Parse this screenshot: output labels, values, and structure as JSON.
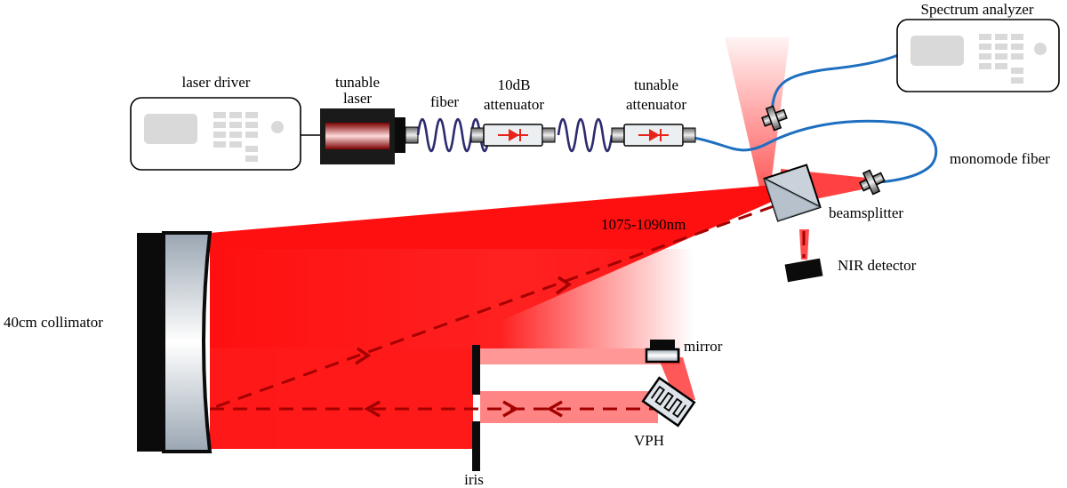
{
  "labels": {
    "laser_driver": "laser driver",
    "tunable_laser_line1": "tunable",
    "tunable_laser_line2": "laser",
    "fiber": "fiber",
    "attenuator_10db_line1": "10dB",
    "attenuator_10db_line2": "attenuator",
    "tunable_attenuator_line1": "tunable",
    "tunable_attenuator_line2": "attenuator",
    "spectrum_analyzer": "Spectrum analyzer",
    "monomode_fiber": "monomode fiber",
    "beamsplitter": "beamsplitter",
    "wavelength": "1075-1090nm",
    "nir_detector": "NIR detector",
    "collimator": "40cm collimator",
    "mirror": "mirror",
    "vph": "VPH",
    "iris": "iris"
  },
  "colors": {
    "beam_red": "#ff1a1a",
    "beam_dark": "#b30000",
    "fiber_blue": "#1f6fc0",
    "coil_navy": "#2b2b6e",
    "diode_red": "#e8231a",
    "instrument_gray": "#d9d9d9",
    "glass_gray": "#c9d2da"
  },
  "icons": [
    "instrument-icon",
    "laser-icon",
    "fiber-coil-icon",
    "attenuator-icon",
    "beamsplitter-icon",
    "detector-icon",
    "collimator-mirror-icon",
    "fold-mirror-icon",
    "vph-grating-icon",
    "iris-icon"
  ]
}
